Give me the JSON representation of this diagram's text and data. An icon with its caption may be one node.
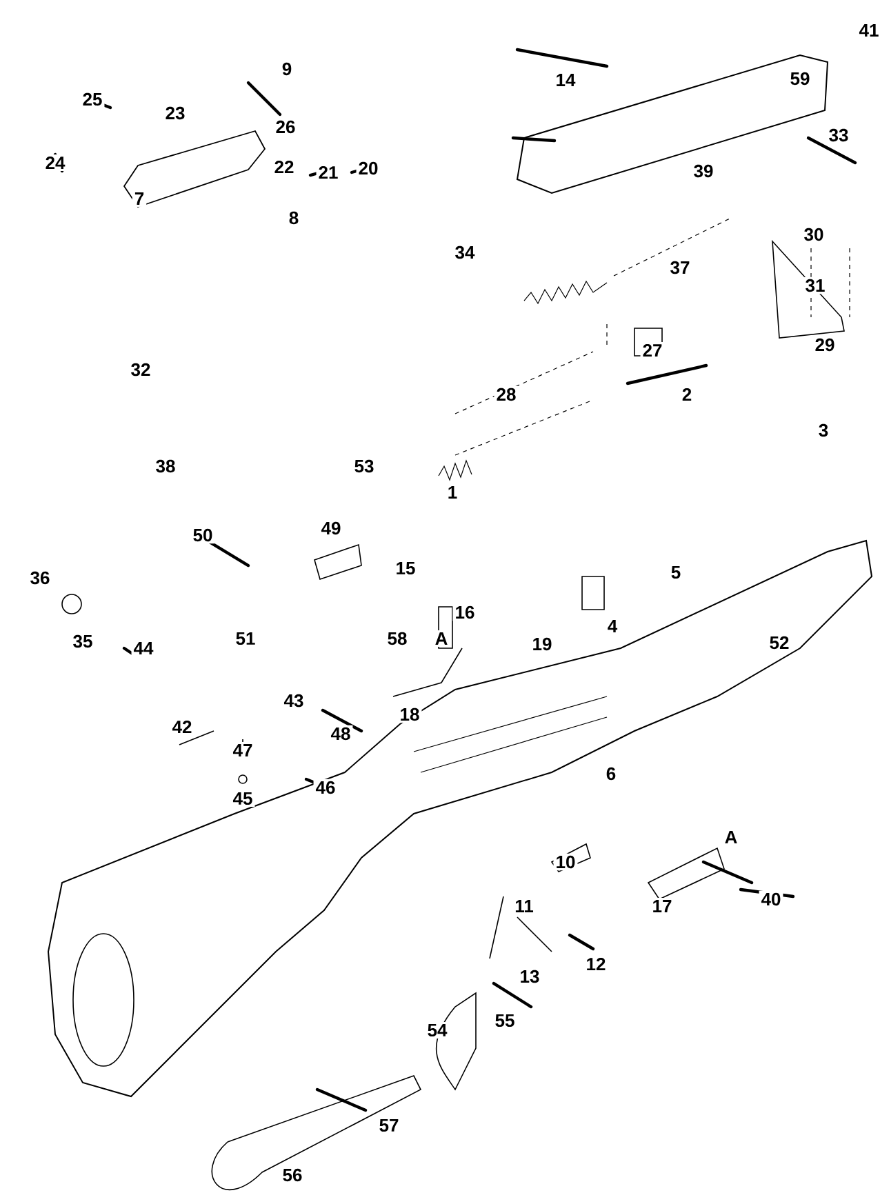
{
  "diagram": {
    "labels": [
      "41",
      "9",
      "14",
      "59",
      "25",
      "23",
      "26",
      "33",
      "24",
      "22",
      "21",
      "20",
      "39",
      "7",
      "8",
      "30",
      "34",
      "37",
      "31",
      "29",
      "27",
      "28",
      "2",
      "32",
      "3",
      "38",
      "53",
      "1",
      "49",
      "50",
      "15",
      "5",
      "36",
      "16",
      "4",
      "58",
      "A",
      "51",
      "35",
      "19",
      "52",
      "44",
      "43",
      "18",
      "42",
      "48",
      "47",
      "6",
      "46",
      "45",
      "A",
      "10",
      "40",
      "17",
      "11",
      "12",
      "13",
      "55",
      "54",
      "57",
      "56"
    ]
  }
}
